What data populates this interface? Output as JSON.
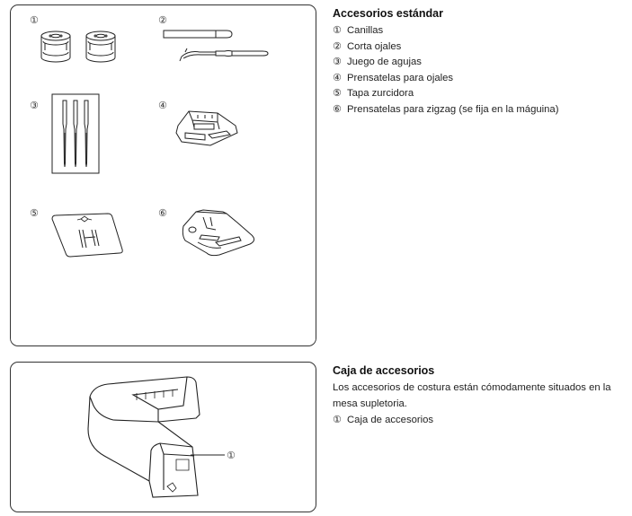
{
  "standard_accessories": {
    "title": "Accesorios estándar",
    "items": [
      {
        "num": "①",
        "label": "Canillas"
      },
      {
        "num": "②",
        "label": "Corta ojales"
      },
      {
        "num": "③",
        "label": "Juego de agujas"
      },
      {
        "num": "④",
        "label": "Prensatelas para ojales"
      },
      {
        "num": "⑤",
        "label": "Tapa zurcidora"
      },
      {
        "num": "⑥",
        "label": "Prensatelas para zigzag (se fija en la máguina)"
      }
    ],
    "figure_numbers": [
      "①",
      "②",
      "③",
      "④",
      "⑤",
      "⑥"
    ]
  },
  "accessory_box": {
    "title": "Caja de accesorios",
    "description_line1": "Los accesorios de costura están cómodamente situados en la",
    "description_line2": "mesa supletoria.",
    "items": [
      {
        "num": "①",
        "label": "Caja de accesorios"
      }
    ],
    "figure_callout": "①"
  }
}
